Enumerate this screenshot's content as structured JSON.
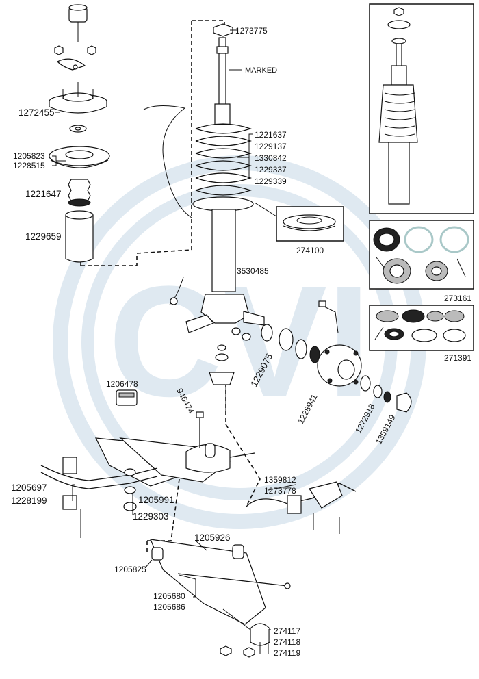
{
  "watermark": {
    "text": "CVI",
    "color": "#dfe9f1"
  },
  "labels": {
    "p1273775": "1273775",
    "marked": "MARKED",
    "p1272455": "1272455",
    "p1205823": "1205823",
    "p1228515": "1228515",
    "p1221647": "1221647",
    "p1229659": "1229659",
    "p1221637": "1221637",
    "p1229137": "1229137",
    "p1330842": "1330842",
    "p1229337": "1229337",
    "p1229339": "1229339",
    "p274100": "274100",
    "p3530485": "3530485",
    "p273161": "273161",
    "p271391": "271391",
    "p1229075": "1229075",
    "p1206478": "1206478",
    "p946474": "946474",
    "p1228941": "1228941",
    "p1272918": "1272918",
    "p1359149": "1359149",
    "p1359812": "1359812",
    "p1273778": "1273778",
    "p1205697": "1205697",
    "p1228199": "1228199",
    "p1205991": "1205991",
    "p1229303": "1229303",
    "p1205926": "1205926",
    "p1205825": "1205825",
    "p1205680": "1205680",
    "p1205686": "1205686",
    "p274117": "274117",
    "p274118": "274118",
    "p274119": "274119"
  }
}
